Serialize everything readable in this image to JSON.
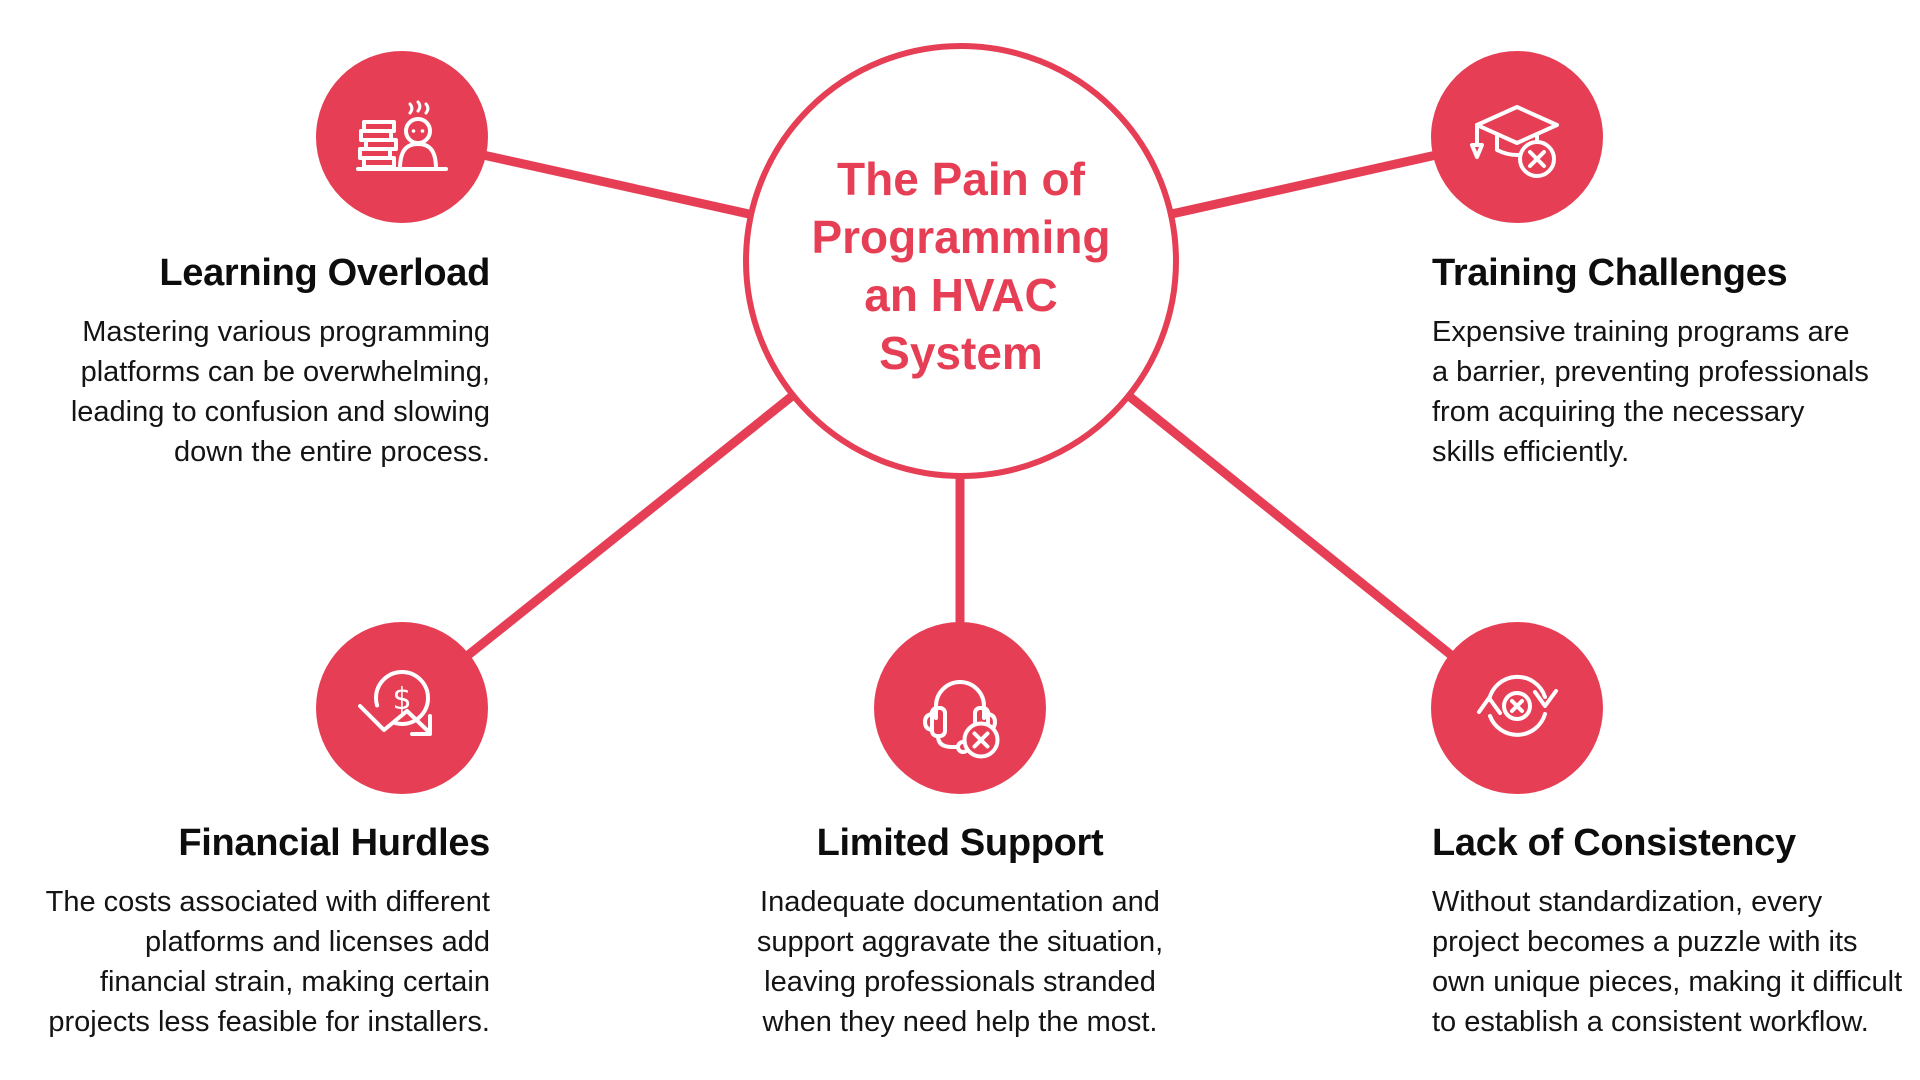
{
  "palette": {
    "red": "#e63f55",
    "ink": "#141414",
    "icon": "#ffffff"
  },
  "hub": {
    "title_lines": [
      "The Pain of",
      "Programming",
      "an HVAC",
      "System"
    ]
  },
  "nodes": [
    {
      "title": "Learning Overload",
      "icon": "books-stressed-person-icon",
      "body_lines": [
        "Mastering various programming",
        "platforms can be overwhelming,",
        "leading to confusion and slowing",
        "down the entire process."
      ]
    },
    {
      "title": "Training Challenges",
      "icon": "graduation-cap-crossed-icon",
      "body_lines": [
        "Expensive training programs are",
        "a barrier, preventing professionals",
        "from acquiring the necessary",
        "skills efficiently."
      ]
    },
    {
      "title": "Financial Hurdles",
      "icon": "dollar-decline-arrow-icon",
      "body_lines": [
        "The costs associated with different",
        "platforms and licenses add",
        "financial strain, making certain",
        "projects less feasible for installers."
      ]
    },
    {
      "title": "Limited Support",
      "icon": "headset-crossed-icon",
      "body_lines": [
        "Inadequate documentation and",
        "support aggravate the situation,",
        "leaving professionals stranded",
        "when they need help the most."
      ]
    },
    {
      "title": "Lack of Consistency",
      "icon": "sync-arrows-crossed-icon",
      "body_lines": [
        "Without standardization, every",
        "project becomes a puzzle with its",
        "own unique pieces, making it difficult",
        "to establish a consistent workflow."
      ]
    }
  ]
}
